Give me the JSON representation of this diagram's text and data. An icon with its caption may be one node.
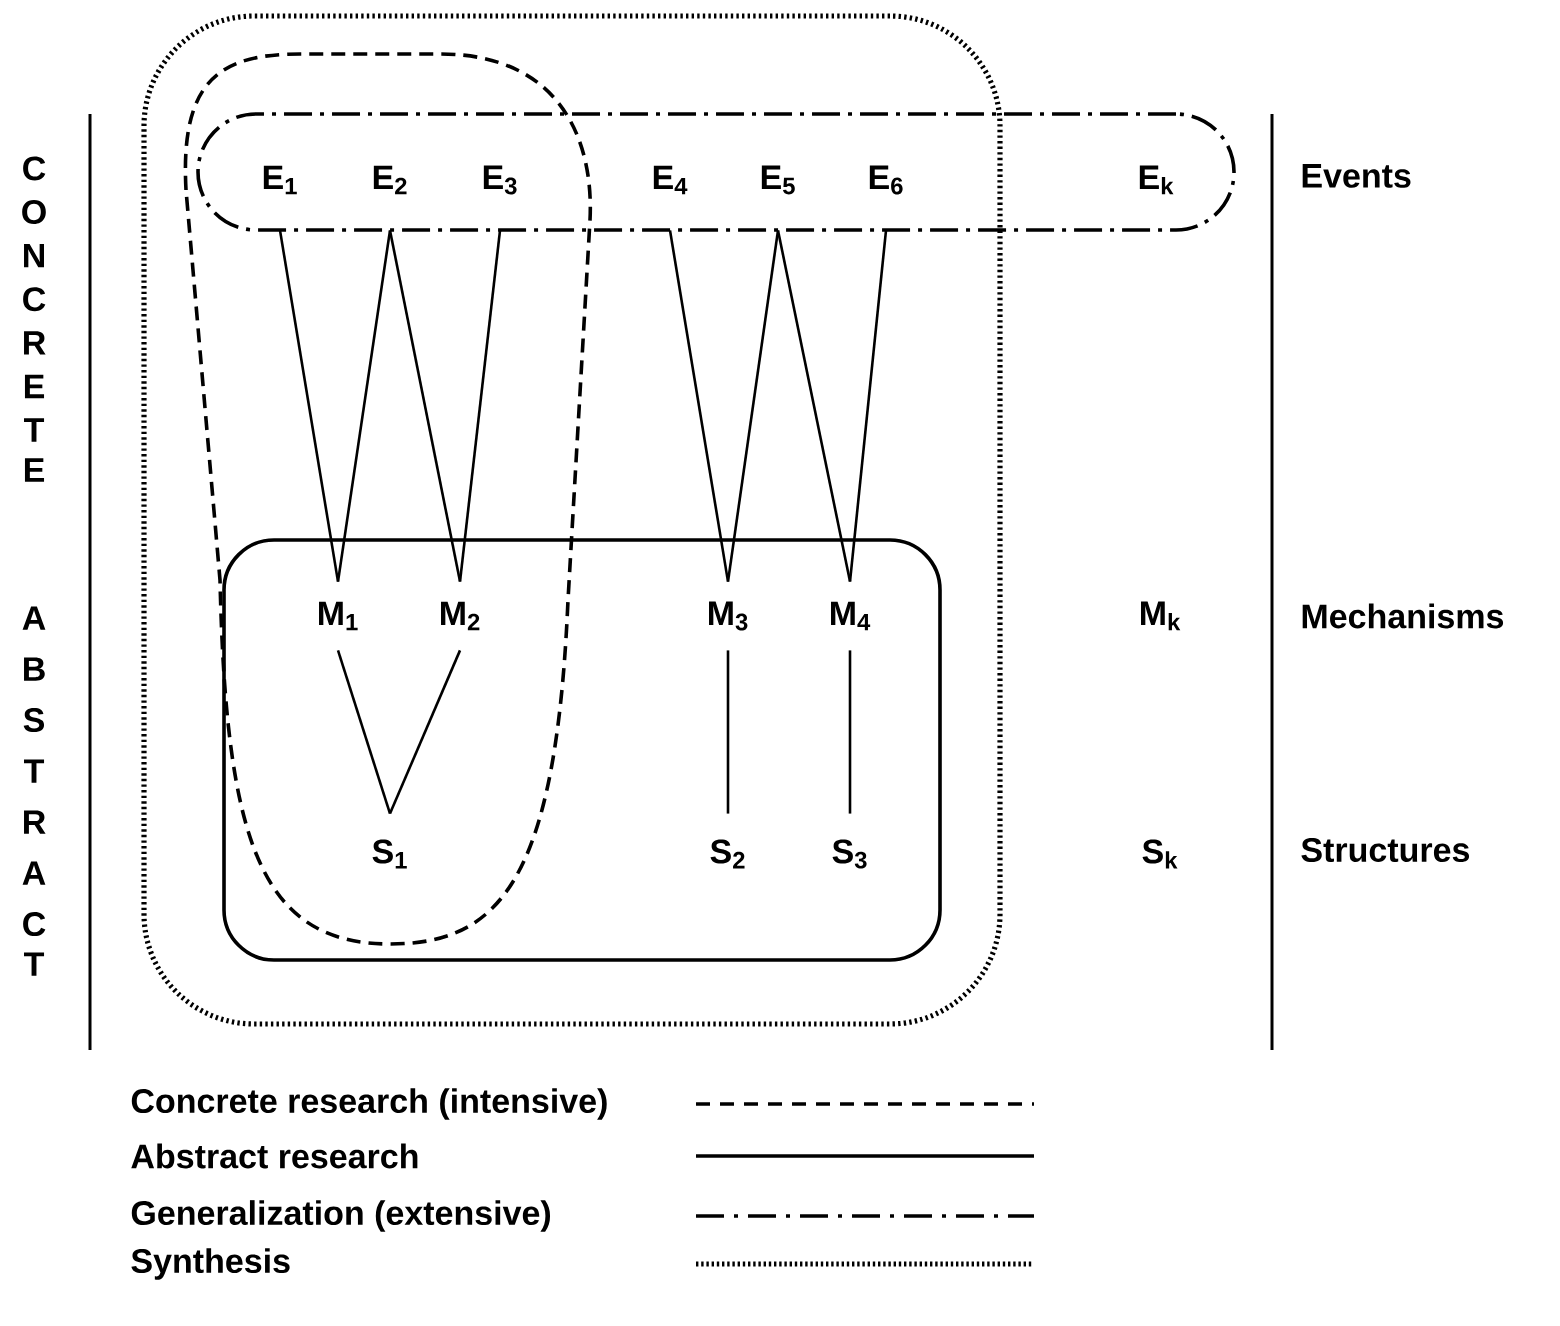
{
  "diagram": {
    "nodes": [
      {
        "text": [],
        "shape": "box"
      },
      {
        "text": [],
        "shape": "box"
      },
      {
        "text": [],
        "shape": "box",
        "in": 0
      },
      {
        "text": [
          "E$_{1}$"
        ]
      },
      {
        "text": [
          "E$_{2}$"
        ]
      },
      {
        "text": [
          "E$_{3}$"
        ]
      },
      {
        "text": [
          "E$_{4}$"
        ]
      },
      {
        "text": [
          "E$_{5}$"
        ]
      },
      {
        "text": [
          "E$_{6}$"
        ]
      },
      {
        "text": [
          "E$_{k}$"
        ],
        "in": 1
      },
      {
        "text": [
          "M$_{1}$"
        ],
        "in": 2
      },
      {
        "text": [
          "M$_{2}$"
        ],
        "in": 2
      },
      {
        "text": [
          "M$_{3}$"
        ],
        "in": 2
      },
      {
        "text": [
          "M$_{4}$"
        ],
        "in": 2
      },
      {
        "text": [
          "M$_{k}$"
        ]
      },
      {
        "text": [
          "S$_{1}$"
        ],
        "in": 2
      },
      {
        "text": [
          "S$_{2}$"
        ],
        "in": 2
      },
      {
        "text": [
          "S$_{3}$"
        ],
        "in": 2
      },
      {
        "text": [
          "S$_{k}$"
        ]
      }
    ],
    "edges": [
      {
        "from": 3,
        "to": 10,
        "arrow": "none"
      },
      {
        "from": 4,
        "to": 10,
        "arrow": "none"
      },
      {
        "from": 4,
        "to": 11,
        "arrow": "none"
      },
      {
        "from": 5,
        "to": 11,
        "arrow": "none"
      },
      {
        "from": 6,
        "to": 12,
        "arrow": "none"
      },
      {
        "from": 7,
        "to": 12,
        "arrow": "none"
      },
      {
        "from": 7,
        "to": 13,
        "arrow": "none"
      },
      {
        "from": 8,
        "to": 13,
        "arrow": "none"
      },
      {
        "from": 10,
        "to": 15,
        "arrow": "none"
      },
      {
        "from": 11,
        "to": 15,
        "arrow": "none"
      },
      {
        "from": 12,
        "to": 16,
        "arrow": "none"
      },
      {
        "from": 13,
        "to": 17,
        "arrow": "none"
      }
    ],
    "labels": [
      "CONCRETE",
      "ABSTRACT",
      "Events",
      "Mechanisms",
      "Structures"
    ],
    "legend": [
      {
        "text": "Concrete research (intensive)"
      },
      {
        "text": "Abstract research"
      },
      {
        "text": "Generalization (extensive)"
      },
      {
        "text": "Synthesis"
      }
    ]
  }
}
